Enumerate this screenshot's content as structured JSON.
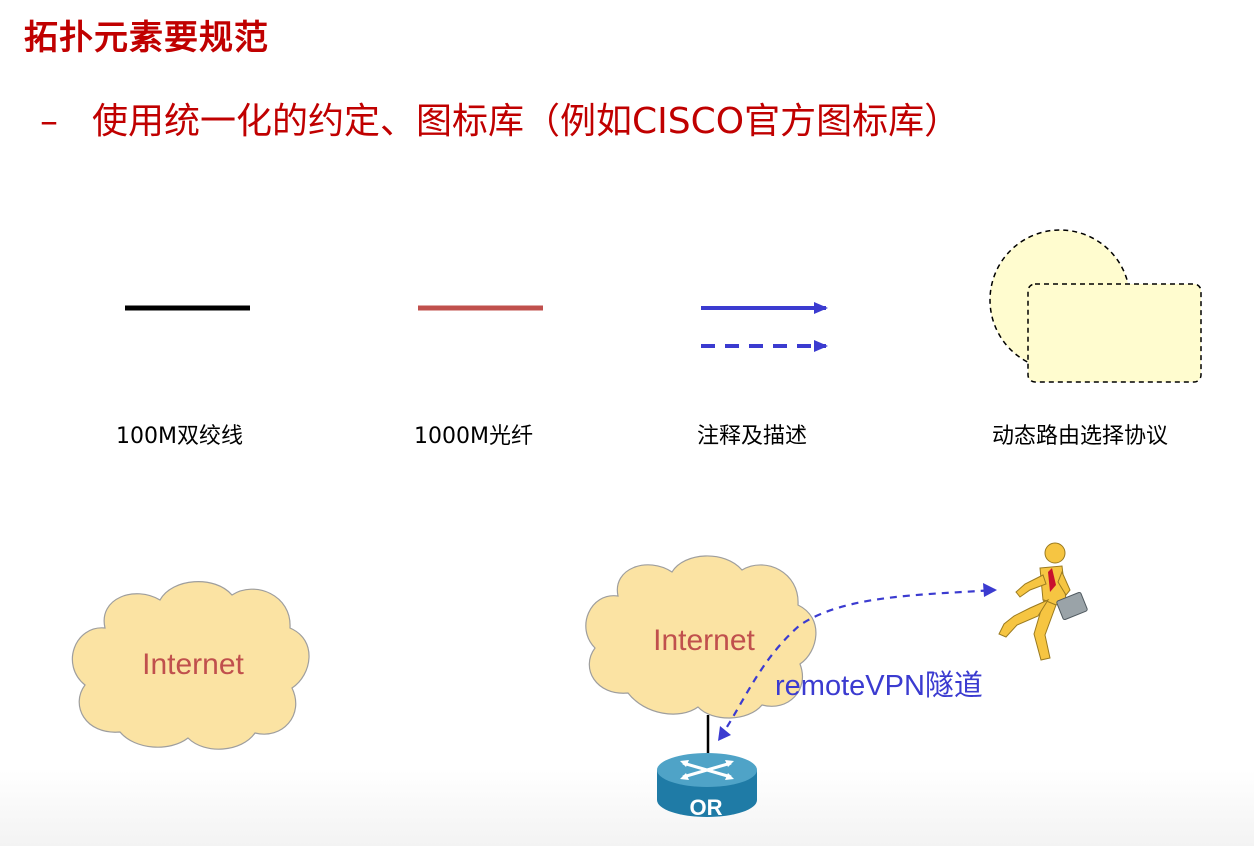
{
  "slide": {
    "title": "拓扑元素要规范",
    "bullet_marker": "–",
    "subtitle": "使用统一化的约定、图标库（例如CISCO官方图标库）"
  },
  "legend": {
    "items": [
      {
        "label": "100M双绞线",
        "color": "#000000"
      },
      {
        "label": "1000M光纤",
        "color": "#c0504d"
      },
      {
        "label": "注释及描述",
        "color": "#3b3bd0"
      },
      {
        "label": "动态路由选择协议",
        "color": "#fffccf"
      }
    ]
  },
  "diagram": {
    "cloud_left_label": "Internet",
    "cloud_right_label": "Internet",
    "vpn_label": "remoteVPN隧道",
    "router_label": "OR",
    "colors": {
      "cloud_fill": "#fbe3a3",
      "cloud_text": "#c0504d",
      "vpn_line": "#3b3bd0",
      "router_top": "#4fa3c7",
      "router_body": "#1f7ba6"
    }
  }
}
